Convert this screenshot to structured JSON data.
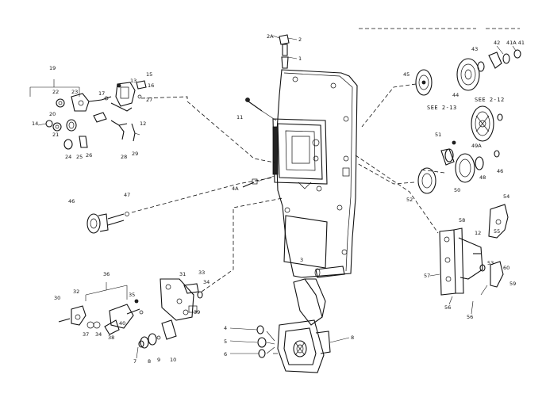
{
  "callouts": {
    "c2A": "2A",
    "c2": "2",
    "c1": "1",
    "c11": "11",
    "c4A": "4A",
    "c3": "3",
    "c4": "4",
    "c5": "5",
    "c6": "6",
    "c8": "8",
    "c45": "45",
    "c44": "44",
    "c43": "43",
    "c42": "42",
    "c41A41": "41A 41",
    "c51": "51",
    "c49A": "49A",
    "c48": "48",
    "c46": "46",
    "c50": "50",
    "c52": "52",
    "c19": "19",
    "c22": "22",
    "c23": "23",
    "c17": "17",
    "c13": "13",
    "c15": "15",
    "c16": "16",
    "c27": "27",
    "c14": "14",
    "c20": "20",
    "c12": "12",
    "c21": "21",
    "c24": "24",
    "c25": "25",
    "c26": "26",
    "c28": "28",
    "c29": "29",
    "c46b": "46",
    "c47": "47",
    "c36": "36",
    "c32": "32",
    "c30": "30",
    "c35": "35",
    "c37": "37",
    "c34": "34",
    "c38": "38",
    "c40": "40",
    "c31": "31",
    "c33": "33",
    "c34b": "34",
    "c39": "39",
    "c7": "7",
    "c8b": "8",
    "c9": "9",
    "c10": "10",
    "c54": "54",
    "c58": "58",
    "c55": "55",
    "c12b": "12",
    "c57": "57",
    "c53": "53",
    "c60": "60",
    "c59": "59",
    "c56a": "56",
    "c56b": "56"
  },
  "notes": {
    "see_2_13": "SEE 2-13",
    "see_2_12": "SEE 2-12"
  }
}
